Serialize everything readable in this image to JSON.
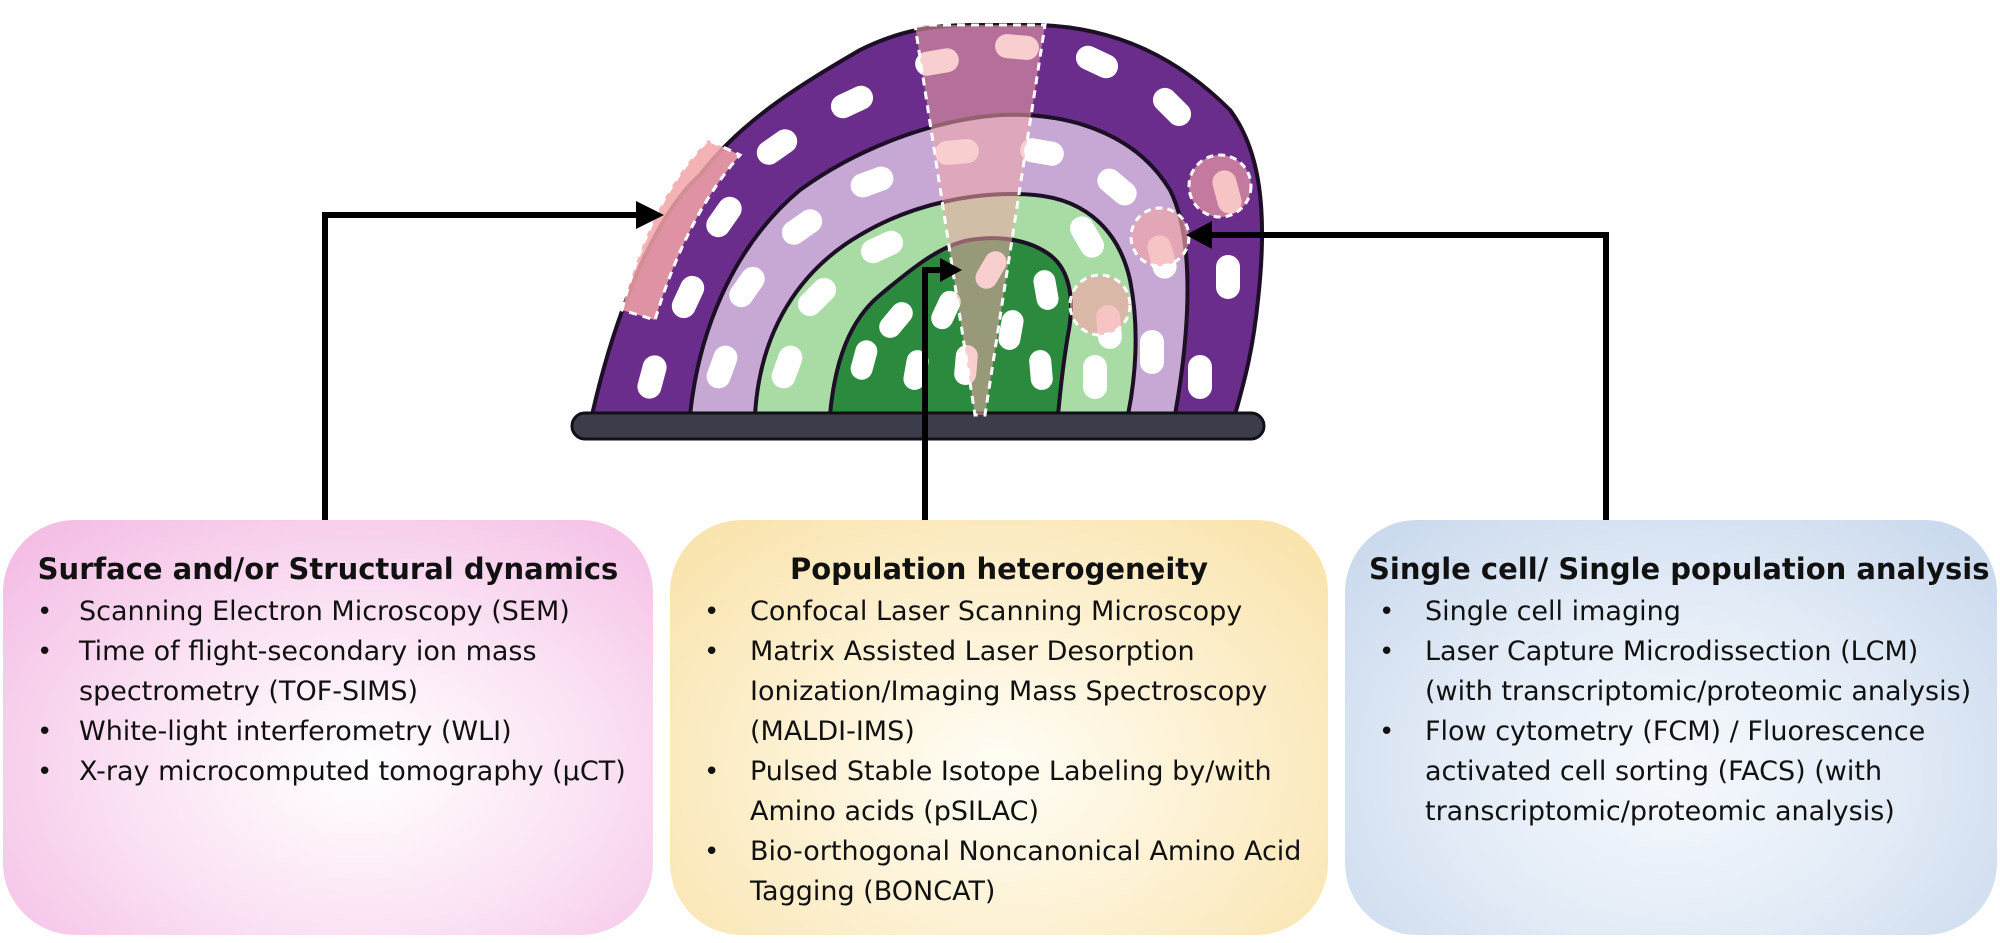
{
  "colors": {
    "outer_layer": "#6a2d8c",
    "middle_layer": "#c7a8d4",
    "inner_layer": "#a9dca5",
    "core_layer": "#2b8a3e",
    "substrate": "#3b3d4a",
    "highlight": "#f2a5a8",
    "arrow": "#000000"
  },
  "icons": {
    "biofilm": "biofilm-cross-section-illustration",
    "substrate": "substratum-bar",
    "surface_patch": "surface-highlight-patch",
    "wedge": "sampling-wedge",
    "circles": "single-cell-highlight-circles"
  },
  "panels": {
    "surface": {
      "title": "Surface and/or Structural dynamics",
      "items": [
        "Scanning Electron Microscopy (SEM)",
        "Time of flight-secondary ion mass spectrometry (TOF-SIMS)",
        "White-light interferometry (WLI)",
        "X-ray microcomputed tomography (µCT)"
      ]
    },
    "population": {
      "title": "Population heterogeneity",
      "items": [
        "Confocal Laser Scanning Microscopy",
        "Matrix Assisted Laser Desorption Ionization/Imaging Mass Spectroscopy (MALDI-IMS)",
        "Pulsed Stable Isotope Labeling by/with Amino acids (pSILAC)",
        "Bio-orthogonal Noncanonical Amino Acid Tagging (BONCAT)"
      ]
    },
    "single": {
      "title": "Single cell/ Single population analysis",
      "items": [
        "Single cell imaging",
        "Laser Capture Microdissection (LCM) (with transcriptomic/proteomic analysis)",
        "Flow cytometry (FCM) / Fluorescence activated cell sorting (FACS) (with transcriptomic/proteomic  analysis)"
      ]
    }
  }
}
